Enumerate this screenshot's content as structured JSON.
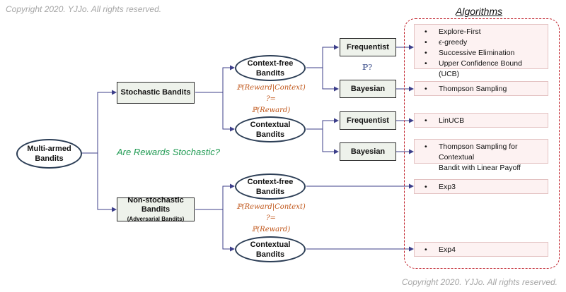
{
  "copyright_top": "Copyright 2020. YJJo. All rights reserved.",
  "copyright_bottom": "Copyright 2020. YJJo. All rights reserved.",
  "root": {
    "line1": "Multi-armed",
    "line2": "Bandits"
  },
  "question": "Are Rewards Stochastic?",
  "stochastic": {
    "label": "Stochastic Bandits"
  },
  "non_stochastic": {
    "label": "Non-stochastic Bandits",
    "sub": "(Adversarial Bandits)"
  },
  "nodes": {
    "context_free_1": {
      "line1": "Context-free",
      "line2": "Bandits"
    },
    "contextual_1": {
      "line1": "Contextual",
      "line2": "Bandits"
    },
    "context_free_2": {
      "line1": "Context-free",
      "line2": "Bandits"
    },
    "contextual_2": {
      "line1": "Contextual",
      "line2": "Bandits"
    }
  },
  "conditions": {
    "top": {
      "line1": "ℙ(Reward|Context)",
      "line2": "?=",
      "line3": "ℙ(Reward)"
    },
    "bottom": {
      "line1": "ℙ(Reward|Context)",
      "line2": "?=",
      "line3": "ℙ(Reward)"
    }
  },
  "prob_question": "ℙ?",
  "methods": {
    "freq_1": "Frequentist",
    "bayes_1": "Bayesian",
    "freq_2": "Frequentist",
    "bayes_2": "Bayesian"
  },
  "algorithms": {
    "title": "Algorithms",
    "group1": [
      "Explore-First",
      "ϵ-greedy",
      "Successive Elimination",
      "Upper Confidence Bound (UCB)"
    ],
    "thompson": "Thompson Sampling",
    "linucb": "LinUCB",
    "thompson_linear": {
      "line1": "Thompson Sampling for Contextual",
      "line2": "Bandit with Linear Payoff"
    },
    "exp3": "Exp3",
    "exp4": "Exp4"
  },
  "colors": {
    "connector": "#3d3f8a",
    "condition": "#c0561a",
    "question": "#1f9a52",
    "panel": "#c0202a"
  }
}
